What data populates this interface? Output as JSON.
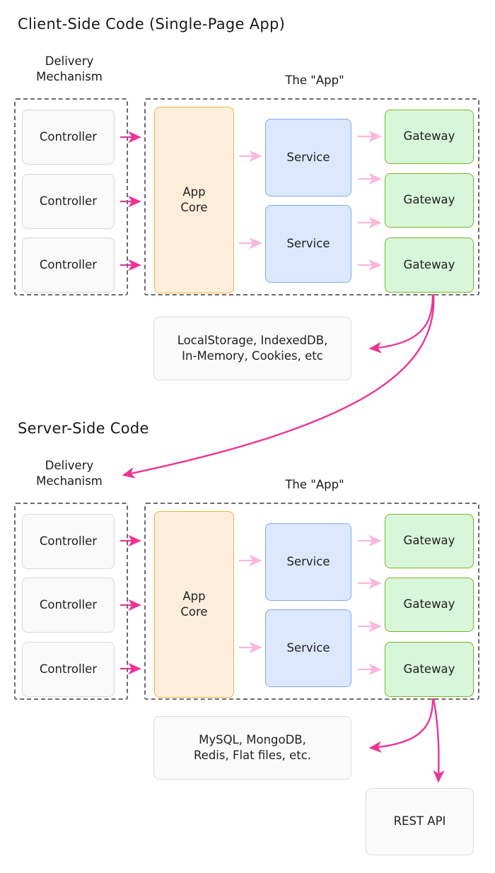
{
  "colors": {
    "accent_pink": "#ec3397",
    "light_pink": "#fab8da",
    "dashed_gray": "#6b6b6b",
    "appcore_fill": "#fdeedb",
    "appcore_border": "#f2b33d",
    "service_fill": "#dbe8fd",
    "service_border": "#82aaf0",
    "gateway_fill": "#d8f6d9",
    "gateway_border": "#7fb327",
    "neutral_fill": "#f9f9f9",
    "neutral_border": "#d8d8d8",
    "text": "#1a1a1a"
  },
  "sections": [
    {
      "id": "client",
      "title": "Client-Side Code (Single-Page App)",
      "delivery_label": "Delivery\nMechanism",
      "app_label": "The \"App\"",
      "controllers": [
        "Controller",
        "Controller",
        "Controller"
      ],
      "app_core": "App\nCore",
      "services": [
        "Service",
        "Service"
      ],
      "gateways": [
        "Gateway",
        "Gateway",
        "Gateway"
      ],
      "storage": "LocalStorage, IndexedDB,\nIn-Memory, Cookies, etc"
    },
    {
      "id": "server",
      "title": "Server-Side Code",
      "delivery_label": "Delivery\nMechanism",
      "app_label": "The \"App\"",
      "controllers": [
        "Controller",
        "Controller",
        "Controller"
      ],
      "app_core": "App\nCore",
      "services": [
        "Service",
        "Service"
      ],
      "gateways": [
        "Gateway",
        "Gateway",
        "Gateway"
      ],
      "storage": "MySQL, MongoDB,\nRedis, Flat files, etc.",
      "external": "REST API"
    }
  ],
  "icons": {
    "arrow": "arrow-right-icon",
    "curve": "curved-arrow-icon"
  }
}
